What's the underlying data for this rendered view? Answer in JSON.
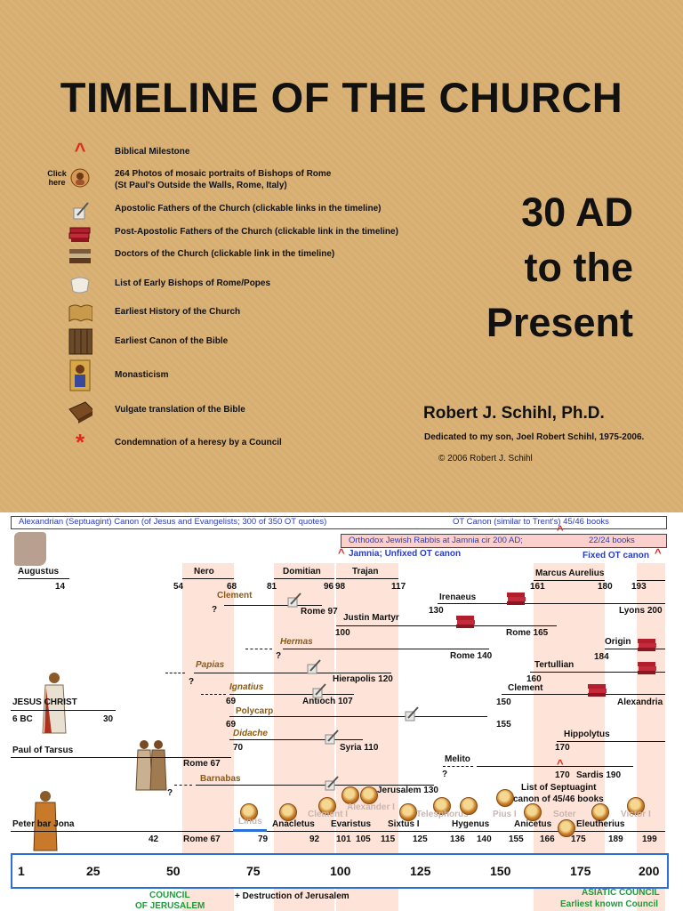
{
  "title": "TIMELINE OF THE CHURCH",
  "click_here": "Click here",
  "legend": [
    {
      "icon": "caret-icon",
      "text": "Biblical Milestone"
    },
    {
      "icon": "mosaic-portrait-icon",
      "text": "264 Photos of mosaic portraits of Bishops of Rome",
      "text2": "(St Paul's Outside the Walls, Rome, Italy)"
    },
    {
      "icon": "quill-icon",
      "text": "Apostolic Fathers of the Church (clickable links in the timeline)"
    },
    {
      "icon": "red-books-icon",
      "text": "Post-Apostolic Fathers of the Church (clickable link in the timeline)"
    },
    {
      "icon": "book-stack-icon",
      "text": "Doctors of the Church (clickable link in the timeline)"
    },
    {
      "icon": "scroll-icon",
      "text": "List of Early Bishops of Rome/Popes"
    },
    {
      "icon": "old-book-icon",
      "text": "Earliest History of the Church"
    },
    {
      "icon": "codex-icon",
      "text": "Earliest Canon of the Bible"
    },
    {
      "icon": "icon-painting-icon",
      "text": "Monasticism"
    },
    {
      "icon": "vulgate-book-icon",
      "text": "Vulgate translation of the Bible"
    },
    {
      "icon": "asterisk-icon",
      "text": "Condemnation of a heresy by a Council"
    }
  ],
  "big_title": [
    "30 AD",
    "to the",
    "Present"
  ],
  "author": "Robert J. Schihl, Ph.D.",
  "dedication": "Dedicated to my son, Joel Robert Schihl, 1975-2006.",
  "copyright": "© 2006 Robert  J. Schihl",
  "timeline": {
    "canon_bar": "Alexandrian (Septuagint) Canon (of Jesus and Evangelists; 300 of 350 OT quotes)",
    "ot_canon": "OT Canon (similar to Trent's) 45/46 books",
    "jamnia_rabbis": "Orthodox Jewish Rabbis at Jamnia cir 200 AD;",
    "books_2224": "22/24 books",
    "jamnia_unfixed": "Jamnia; Unfixed OT canon",
    "fixed_ot": "Fixed OT canon",
    "emperors": {
      "augustus": "Augustus",
      "augustus_end": "14",
      "nero": "Nero",
      "nero_start": "54",
      "nero_end": "68",
      "domitian": "Domitian",
      "domitian_start": "81",
      "domitian_end": "96",
      "trajan": "Trajan",
      "trajan_start": "98",
      "trajan_end": "117",
      "marcus": "Marcus Aurelius",
      "marcus_start": "161",
      "marcus_end": "180",
      "marcus_after": "193"
    },
    "fathers": {
      "clement": "Clement",
      "clement_q": "?",
      "rome97": "Rome 97",
      "irenaeus": "Irenaeus",
      "irenaeus_start": "130",
      "lyons": "Lyons  200",
      "justin": "Justin Martyr",
      "justin_start": "100",
      "rome165": "Rome 165",
      "hermas": "Hermas",
      "hermas_q": "?",
      "rome140": "Rome 140",
      "origen": "Origin",
      "origen_start": "184",
      "papias": "Papias",
      "papias_q": "?",
      "hierapolis": "Hierapolis 120",
      "tertullian": "Tertullian",
      "tertullian_start": "160",
      "ignatius": "Ignatius",
      "ignatius_start": "69",
      "antioch": "Antioch 107",
      "clement_alex": "Clement",
      "clement_alex_start": "150",
      "alexandria": "Alexandria",
      "polycarp": "Polycarp",
      "polycarp_start": "69",
      "polycarp_end": "155",
      "didache": "Didache",
      "didache_start": "70",
      "syria": "Syria 110",
      "hippolytus": "Hippolytus",
      "hippolytus_start": "170",
      "melito": "Melito",
      "melito_q": "?",
      "sardis_start": "170",
      "sardis": "Sardis  190",
      "barnabas": "Barnabas",
      "barnabas_q": "?",
      "jerusalem": "Jerusalem  130",
      "septuagint_list": "List of Septuagint",
      "septuagint_list2": "canon of 45/46 books"
    },
    "jesus": "JESUS CHRIST",
    "jesus_start": "6 BC",
    "jesus_end": "30",
    "paul": "Paul of Tarsus",
    "paul_end": "Rome 67",
    "peter": "Peter bar Jona",
    "peter_start": "42",
    "peter_end": "Rome 67",
    "popes": [
      "Linus",
      "Anacletus",
      "Clement I",
      "Evaristus",
      "Alexander I",
      "Sixtus I",
      "Telesphorus",
      "Hygenus",
      "Pius I",
      "Anicetus",
      "Soter",
      "Eleutherius",
      "Victor I"
    ],
    "pope_years": [
      "79",
      "92",
      "101",
      "105",
      "115",
      "125",
      "136",
      "140",
      "155",
      "166",
      "175",
      "189",
      "199"
    ],
    "axis_ticks": [
      "1",
      "25",
      "50",
      "75",
      "100",
      "125",
      "150",
      "175",
      "200"
    ],
    "council_jerusalem": "COUNCIL",
    "council_jerusalem2": "OF JERUSALEM",
    "destruction": "+ Destruction of Jerusalem",
    "asiatic_council": "ASIATIC COUNCIL",
    "asiatic_council2": "Earliest known Council"
  },
  "colors": {
    "caret": "#e0281e",
    "asterisk": "#e0281e",
    "band": "#fde3d8",
    "axis_border": "#2c6fd6",
    "canon_blue": "#2a3cc0",
    "council_green": "#1f9a3a"
  }
}
